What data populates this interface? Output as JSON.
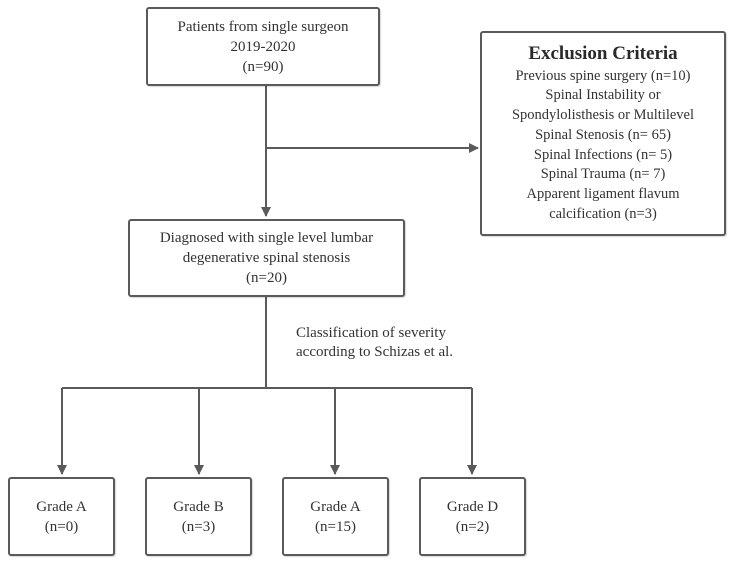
{
  "start": {
    "lines": [
      "Patients from single surgeon",
      "2019-2020",
      "(n=90)"
    ]
  },
  "exclusion": {
    "title": "Exclusion Criteria",
    "lines": [
      "Previous spine surgery (n=10)",
      "Spinal Instability or",
      "Spondylolisthesis or  Multilevel",
      "Spinal Stenosis (n= 65)",
      "Spinal Infections (n= 5)",
      "Spinal Trauma (n= 7)",
      "Apparent ligament flavum",
      "calcification (n=3)"
    ]
  },
  "diagnosed": {
    "lines": [
      "Diagnosed with single level lumbar",
      "degenerative spinal stenosis",
      "(n=20)"
    ]
  },
  "classification": {
    "lines": [
      "Classification of severity",
      "according to Schizas et al."
    ]
  },
  "grades": [
    {
      "label": "Grade A",
      "count": "(n=0)"
    },
    {
      "label": "Grade B",
      "count": "(n=3)"
    },
    {
      "label": "Grade A",
      "count": "(n=15)"
    },
    {
      "label": "Grade D",
      "count": "(n=2)"
    }
  ],
  "colors": {
    "line": "#5a5a5a",
    "border": "#5a5a5a",
    "text": "#333333"
  }
}
